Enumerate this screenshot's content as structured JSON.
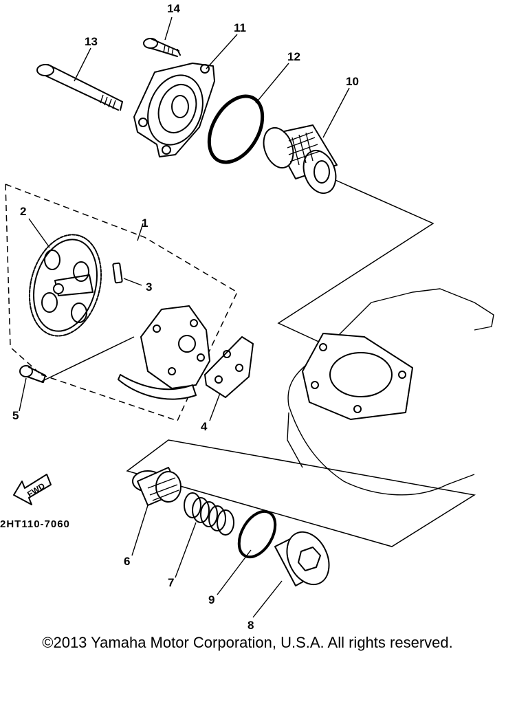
{
  "diagram": {
    "part_labels": {
      "p1": "1",
      "p2": "2",
      "p3": "3",
      "p4": "4",
      "p5": "5",
      "p6": "6",
      "p7": "7",
      "p8": "8",
      "p9": "9",
      "p10": "10",
      "p11": "11",
      "p12": "12",
      "p13": "13",
      "p14": "14"
    },
    "figure_code": "2HT110-7060",
    "direction_arrow": "FWD"
  },
  "footer": {
    "copyright": "©2013 Yamaha Motor Corporation, U.S.A. All rights reserved."
  }
}
